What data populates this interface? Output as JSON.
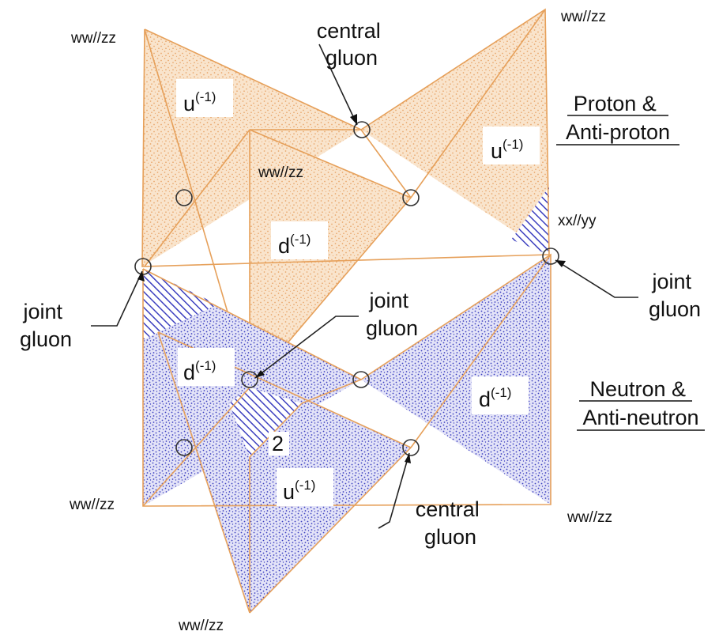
{
  "colors": {
    "proton_fill": "#f9e4cc",
    "proton_dot": "#e8a66a",
    "neutron_fill": "#e3e3f8",
    "neutron_dot": "#3c3fbf",
    "hatch": "#3c3fbf",
    "edge": "#e6a05a"
  },
  "labels": {
    "wwzz_top_left": "ww//zz",
    "wwzz_top_right": "ww//zz",
    "wwzz_center": "ww//zz",
    "wwzz_bottom_left": "ww//zz",
    "wwzz_bottom_right": "ww//zz",
    "wwzz_bottom": "ww//zz",
    "xxyy": "xx//yy",
    "central_gluon_top": [
      "central",
      "gluon"
    ],
    "central_gluon_bottom": [
      "central",
      "gluon"
    ],
    "joint_gluon_left": [
      "joint",
      "gluon"
    ],
    "joint_gluon_center": [
      "joint",
      "gluon"
    ],
    "joint_gluon_right": [
      "joint",
      "gluon"
    ],
    "proton_group": [
      "Proton &",
      "Anti-proton"
    ],
    "neutron_group": [
      "Neutron &",
      "Anti-neutron"
    ],
    "number_two": "2"
  },
  "quarks": {
    "u_top": {
      "base": "u",
      "exp": "(-1)"
    },
    "u_right": {
      "base": "u",
      "exp": "(-1)"
    },
    "d_top": {
      "base": "d",
      "exp": "(-1)"
    },
    "d_left": {
      "base": "d",
      "exp": "(-1)"
    },
    "d_right": {
      "base": "d",
      "exp": "(-1)"
    },
    "u_bottom": {
      "base": "u",
      "exp": "(-1)"
    }
  },
  "icons": {
    "gluon": "circle-marker-icon",
    "arrow": "leader-arrow-icon"
  }
}
